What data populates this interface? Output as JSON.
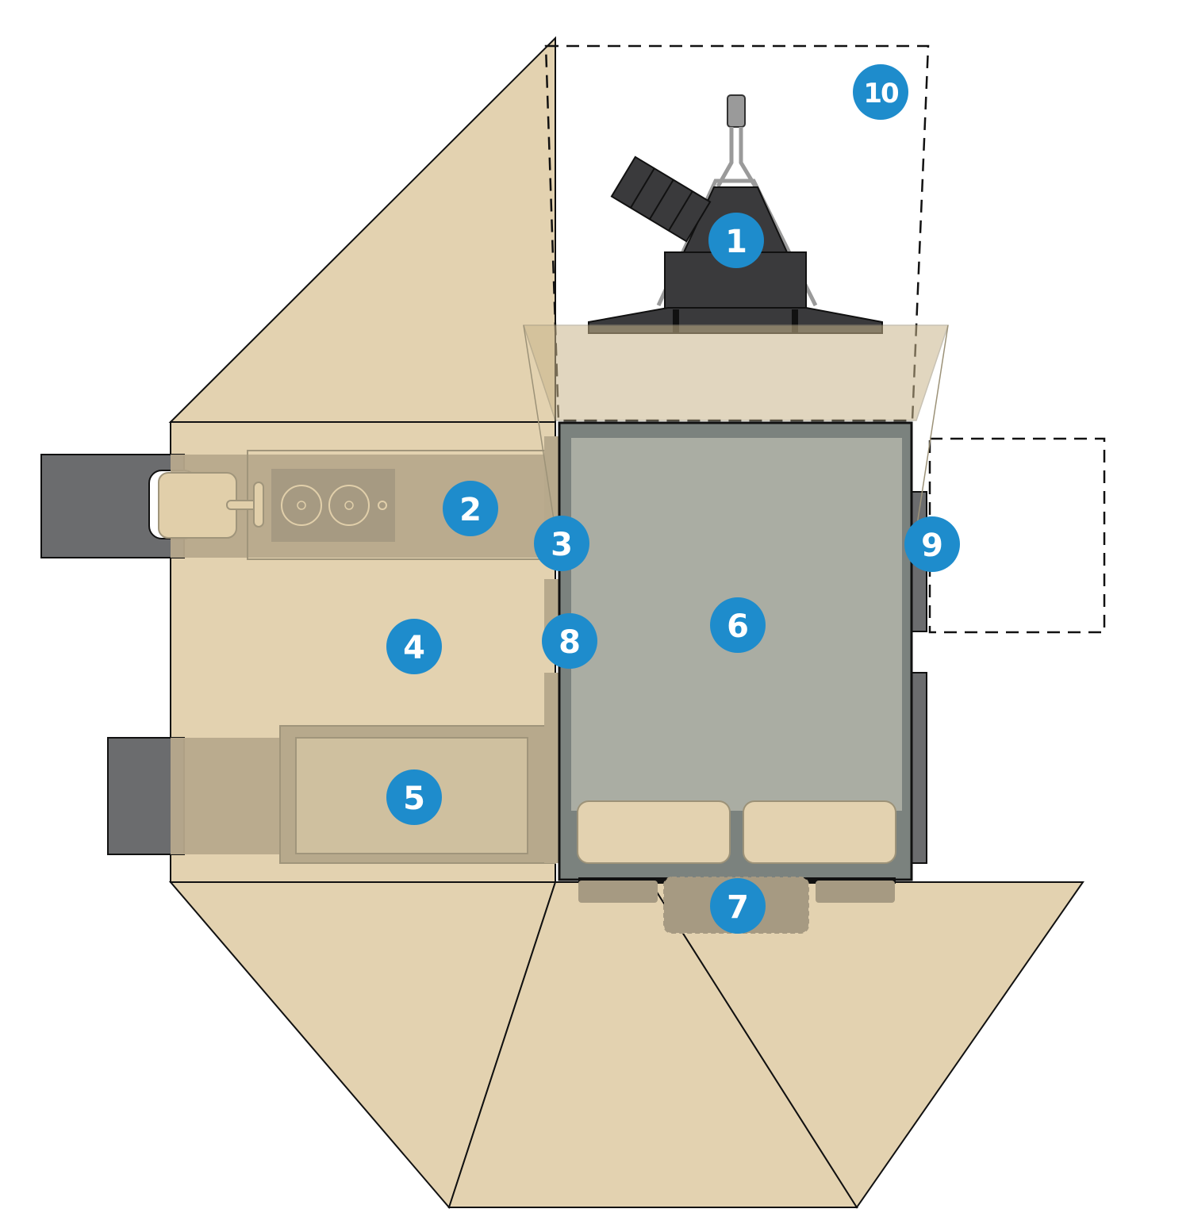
{
  "diagram": {
    "colors": {
      "awning": "#e3d2b0",
      "awning_stroke": "#111111",
      "annex_fill": "#b7a98c",
      "vehicle_body": "#7b827e",
      "bed": "#aaada3",
      "pillow": "#e3d2b0",
      "dark_equipment": "#3a3a3c",
      "side_box": "#6b6c6e",
      "badge": "#1e8ccc",
      "badge_text": "#ffffff"
    },
    "badges": [
      {
        "id": "1",
        "label": "1"
      },
      {
        "id": "2",
        "label": "2"
      },
      {
        "id": "3",
        "label": "3"
      },
      {
        "id": "4",
        "label": "4"
      },
      {
        "id": "5",
        "label": "5"
      },
      {
        "id": "6",
        "label": "6"
      },
      {
        "id": "7",
        "label": "7"
      },
      {
        "id": "8",
        "label": "8"
      },
      {
        "id": "9",
        "label": "9"
      },
      {
        "id": "10",
        "label": "10"
      }
    ]
  }
}
